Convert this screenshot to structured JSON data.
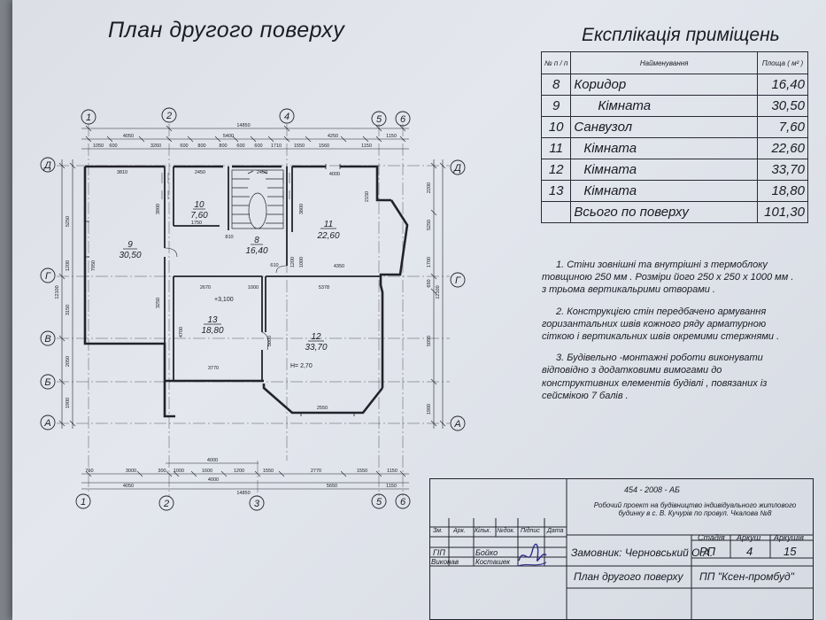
{
  "plan_title": "План другого поверху",
  "explication": {
    "title": "Експлікація  приміщень",
    "headers": {
      "num": "№ п / п",
      "name": "Найменування",
      "area": "Площа ( м² )"
    },
    "rows": [
      {
        "num": "8",
        "name": "Коридор",
        "area": "16,40"
      },
      {
        "num": "9",
        "name": "Кімната",
        "area": "30,50"
      },
      {
        "num": "10",
        "name": "Санвузол",
        "area": "7,60"
      },
      {
        "num": "11",
        "name": "Кімната",
        "area": "22,60"
      },
      {
        "num": "12",
        "name": "Кімната",
        "area": "33,70"
      },
      {
        "num": "13",
        "name": "Кімната",
        "area": "18,80"
      }
    ],
    "total_label": "Всього по поверху",
    "total_area": "101,30"
  },
  "notes": [
    "1.   Стіни зовнішні та внутрішні з термоблоку товщиною  250 мм . Розміри його 250 х 250 х 1000 мм . з трьома вертикальрими отворами .",
    "2.   Конструкцією стін передбачено армування горизантальних швів кожного ряду арматурною сіткою і вертикальних швів окремими стержнями .",
    "3.   Будівельно -монтажні роботи  виконувати відповідно з додатковими вимогами до конструктивних елементів будівлі , повязаних із сейсмікою   7   балів ."
  ],
  "plan": {
    "axes_top": [
      "1",
      "2",
      "4",
      "5",
      "6"
    ],
    "axes_bottom": [
      "1",
      "2",
      "3",
      "5",
      "6"
    ],
    "axes_left": [
      "Д",
      "Г",
      "В",
      "Б",
      "А"
    ],
    "axes_right": [
      "Д",
      "Г",
      "А"
    ],
    "dims_top_total": "14850",
    "dims_top_row1": [
      "4050",
      "5400",
      "4250",
      "1150"
    ],
    "dims_top_row2": [
      "1050",
      "600",
      "3260",
      "600",
      "800",
      "800",
      "600",
      "600",
      "1710",
      "1550",
      "1560",
      "1150"
    ],
    "dims_bottom_row1": [
      "760",
      "3000",
      "300",
      "1000",
      "1600",
      "1200",
      "1550",
      "2770",
      "1550",
      "1150"
    ],
    "dims_bottom_row2": [
      "4050",
      "4000",
      "5650",
      "1150"
    ],
    "dims_bottom_mid": "4000",
    "dims_bottom_total": "14850",
    "dims_left": [
      "5250",
      "1200",
      "3150",
      "2050",
      "1900"
    ],
    "dims_left_total": "12100",
    "dims_right": [
      "2200",
      "5250",
      "1700",
      "650",
      "5050",
      "1900"
    ],
    "dims_right_total": "12100",
    "inner_dims": [
      "3810",
      "2450",
      "2450",
      "4000",
      "1750",
      "810",
      "610",
      "4350",
      "5378",
      "2670",
      "1000",
      "3770",
      "2550",
      "7950",
      "3900",
      "3250",
      "4700",
      "5000",
      "2150",
      "3800",
      "1000",
      "1200"
    ],
    "rooms": [
      {
        "num": "9",
        "area": "30,50"
      },
      {
        "num": "10",
        "area": "7,60"
      },
      {
        "num": "8",
        "area": "16,40"
      },
      {
        "num": "11",
        "area": "22,60"
      },
      {
        "num": "13",
        "area": "18,80"
      },
      {
        "num": "12",
        "area": "33,70"
      }
    ],
    "level_mark": "+3,100",
    "height_mark": "Н= 2,70"
  },
  "stamp": {
    "code": "454 - 2008 - АБ",
    "description": "Робочий проект на будівництво індивідуального житлового будинку в с. В. Кучурів по провул. Чкалова №8",
    "header_cells": [
      "Зм.",
      "Арк.",
      "Кільк.",
      "№док.",
      "Підпис",
      "Дата"
    ],
    "people": [
      {
        "role": "ГІП",
        "name": "Бойко"
      },
      {
        "role": "Виконав",
        "name": "Косташек"
      }
    ],
    "customer": "Замовник: Черновський О.А.",
    "stage_label": "Стадія",
    "sheet_label": "Аркуш",
    "sheets_label": "Аркушів",
    "stage": "РП",
    "sheet": "4",
    "sheets": "15",
    "drawing_name": "План другого поверху",
    "company": "ПП \"Ксен-промбуд\""
  },
  "colors": {
    "paper": "#e0e3ea",
    "ink": "#1c1c26",
    "background": "#7e8289"
  }
}
